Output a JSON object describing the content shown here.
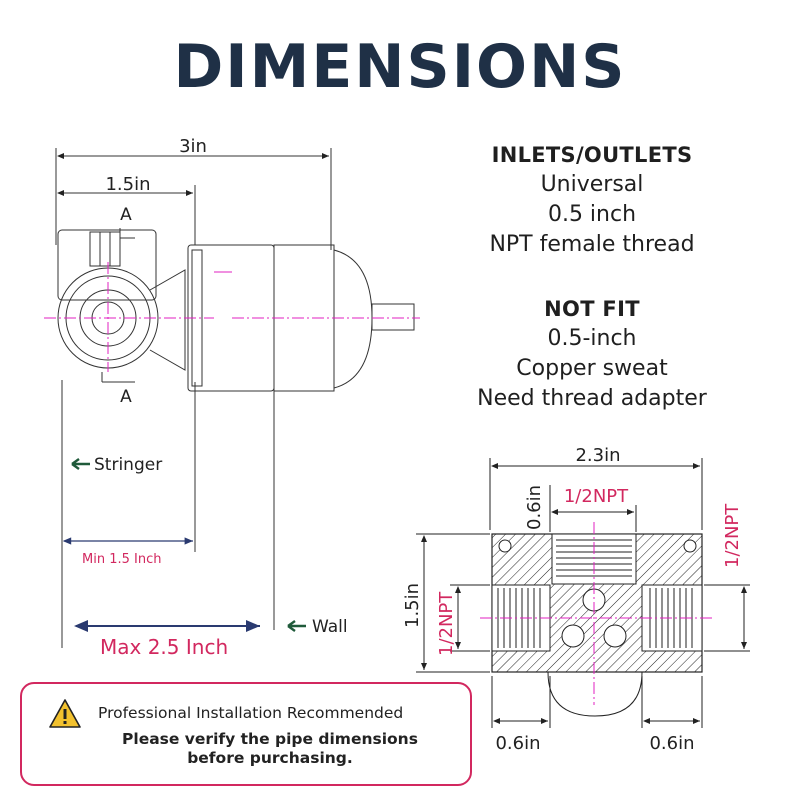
{
  "title": "DIMENSIONS",
  "specs": {
    "inlets_heading": "INLETS/OUTLETS",
    "inlets_lines": [
      "Universal",
      "0.5 inch",
      "NPT female thread"
    ],
    "notfit_heading": "NOT FIT",
    "notfit_lines": [
      "0.5-inch",
      "Copper sweat",
      "Need thread adapter"
    ]
  },
  "side_view": {
    "dim_total": "3in",
    "dim_half": "1.5in",
    "section_label_top": "A",
    "section_label_bottom": "A",
    "stringer_label": "Stringer",
    "min_label": "Min 1.5 Inch",
    "max_label": "Max 2.5 Inch",
    "wall_label": "Wall"
  },
  "section_view": {
    "dim_width": "2.3in",
    "dim_depth_top": "0.6in",
    "thread_top": "1/2NPT",
    "thread_right": "1/2NPT",
    "dim_height": "1.5in",
    "thread_left": "1/2NPT",
    "dim_bottom_left": "0.6in",
    "dim_bottom_right": "0.6in"
  },
  "notice": {
    "heading": "Professional Installation Recommended",
    "body_line1": "Please verify the pipe dimensions",
    "body_line2": "before purchasing."
  },
  "colors": {
    "title": "#1f3046",
    "accent": "#d2285f",
    "centerline": "#e020c0",
    "arrow_green": "#1f5a3a"
  }
}
